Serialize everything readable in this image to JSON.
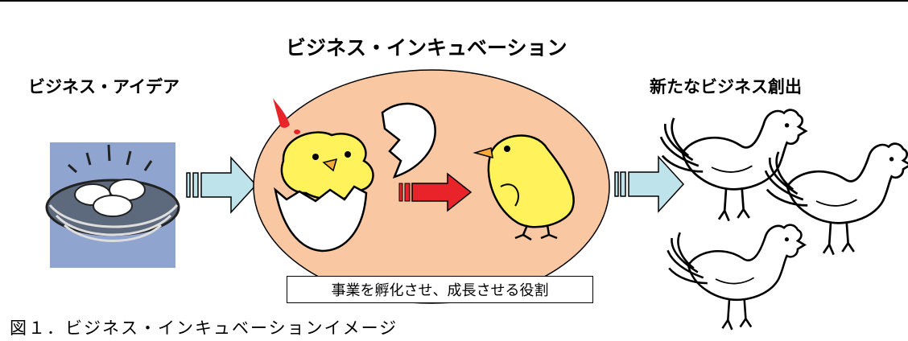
{
  "diagram": {
    "title": "ビジネス・インキュベーション",
    "left_label": "ビジネス・アイデア",
    "right_label": "新たなビジネス創出",
    "role_text": "事業を孵化させ、成長させる役割",
    "figure_caption": "図１．ビジネス・インキュベーションイメージ"
  },
  "icons": {
    "nest": "egg-nest-icon",
    "hatching_chick": "hatching-chick-icon",
    "eggshell": "eggshell-icon",
    "growing_chick": "chick-icon",
    "roosters": "rooster-icon"
  },
  "colors": {
    "ellipse_fill": "#f9c8a3",
    "flow_arrow_fill": "#bfe3ea",
    "growth_arrow_fill": "#e8232a",
    "nest_background": "#8fa4cf",
    "chick_yellow": "#fff25a"
  }
}
